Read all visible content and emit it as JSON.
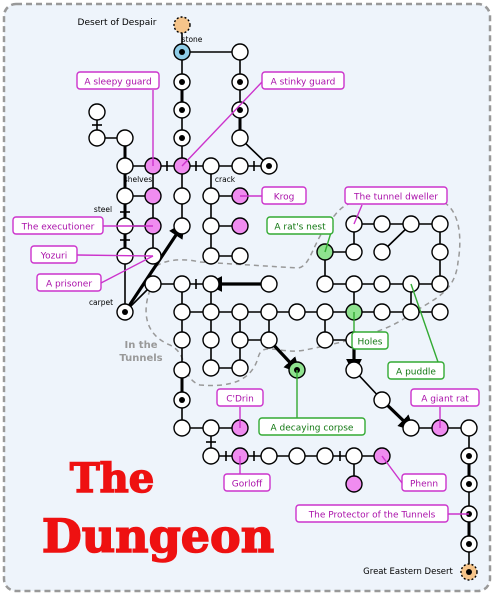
{
  "map": {
    "places": {
      "north_exit": "Desert of Despair",
      "east_exit": "Great Eastern Desert",
      "tunnels_region": "In the\nTunnels"
    },
    "markers": {
      "stone": "stone",
      "shelves": "shelves",
      "crack": "crack",
      "steel": "steel",
      "carpet": "carpet"
    },
    "npcs": {
      "sleepy_guard": "A sleepy guard",
      "stinky_guard": "A stinky guard",
      "krog": "Krog",
      "executioner": "The executioner",
      "yozuri": "Yozuri",
      "prisoner": "A prisoner",
      "cdrin": "C'Drin",
      "gorloff": "Gorloff",
      "phenn": "Phenn",
      "protector": "The Protector of the Tunnels"
    },
    "creatures": {
      "tunnel_dweller": "The tunnel dweller",
      "giant_rat": "A giant rat"
    },
    "features": {
      "rats_nest": "A rat's nest",
      "holes": "Holes",
      "puddle": "A puddle",
      "corpse": "A decaying corpse"
    },
    "title_line1": "The",
    "title_line2": "Dungeon",
    "colors": {
      "background": "#eef4fb",
      "npc": "#cc33cc",
      "npc_fill": "#f08cf0",
      "feature": "#33aa33",
      "feature_fill": "#8fe28f",
      "exit_fill": "#f5c48a",
      "start_fill": "#8fcde8",
      "title": "#ee1111",
      "tunnels": "#999999"
    }
  }
}
